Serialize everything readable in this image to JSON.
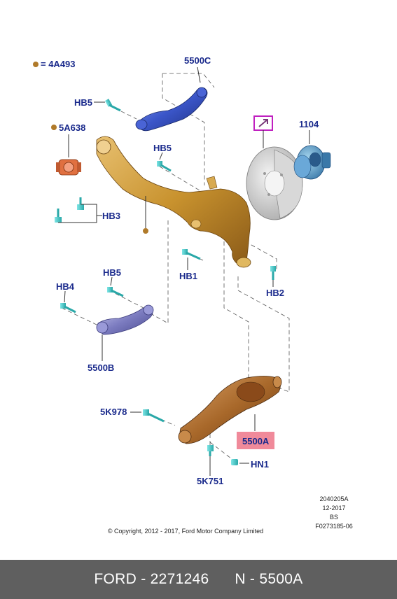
{
  "legend": {
    "symbol": "●",
    "text": "= 4A493",
    "color": "#b07a2a"
  },
  "labels": {
    "upper_arm": "5500C",
    "hb5_top": "HB5",
    "bushing": "5A638",
    "hb5_mid": "HB5",
    "hb3": "HB3",
    "hub": "1104",
    "hb1": "HB1",
    "hb2": "HB2",
    "hb5_low": "HB5",
    "hb4": "HB4",
    "lower_arm_b": "5500B",
    "bolt_5k978": "5K978",
    "lower_arm_a": "5500A",
    "nut_hn1": "HN1",
    "bolt_5k751": "5K751"
  },
  "meta": {
    "code": "2040205A",
    "date": "12-2017",
    "market": "BS",
    "ref": "F0273185-06"
  },
  "copyright": "© Copyright, 2012 - 2017, Ford Motor Company Limited",
  "footer": {
    "brand": "FORD - 2271246",
    "part": "N - 5500A"
  },
  "colors": {
    "label_text": "#1a2a8c",
    "highlight": "#f08a9a",
    "knuckle": "#c89a3a",
    "arm": "#a8682a",
    "link_blue": "#3b56c9",
    "bolt": "#3fc4c4",
    "footer_bg": "#5f5f5f"
  }
}
